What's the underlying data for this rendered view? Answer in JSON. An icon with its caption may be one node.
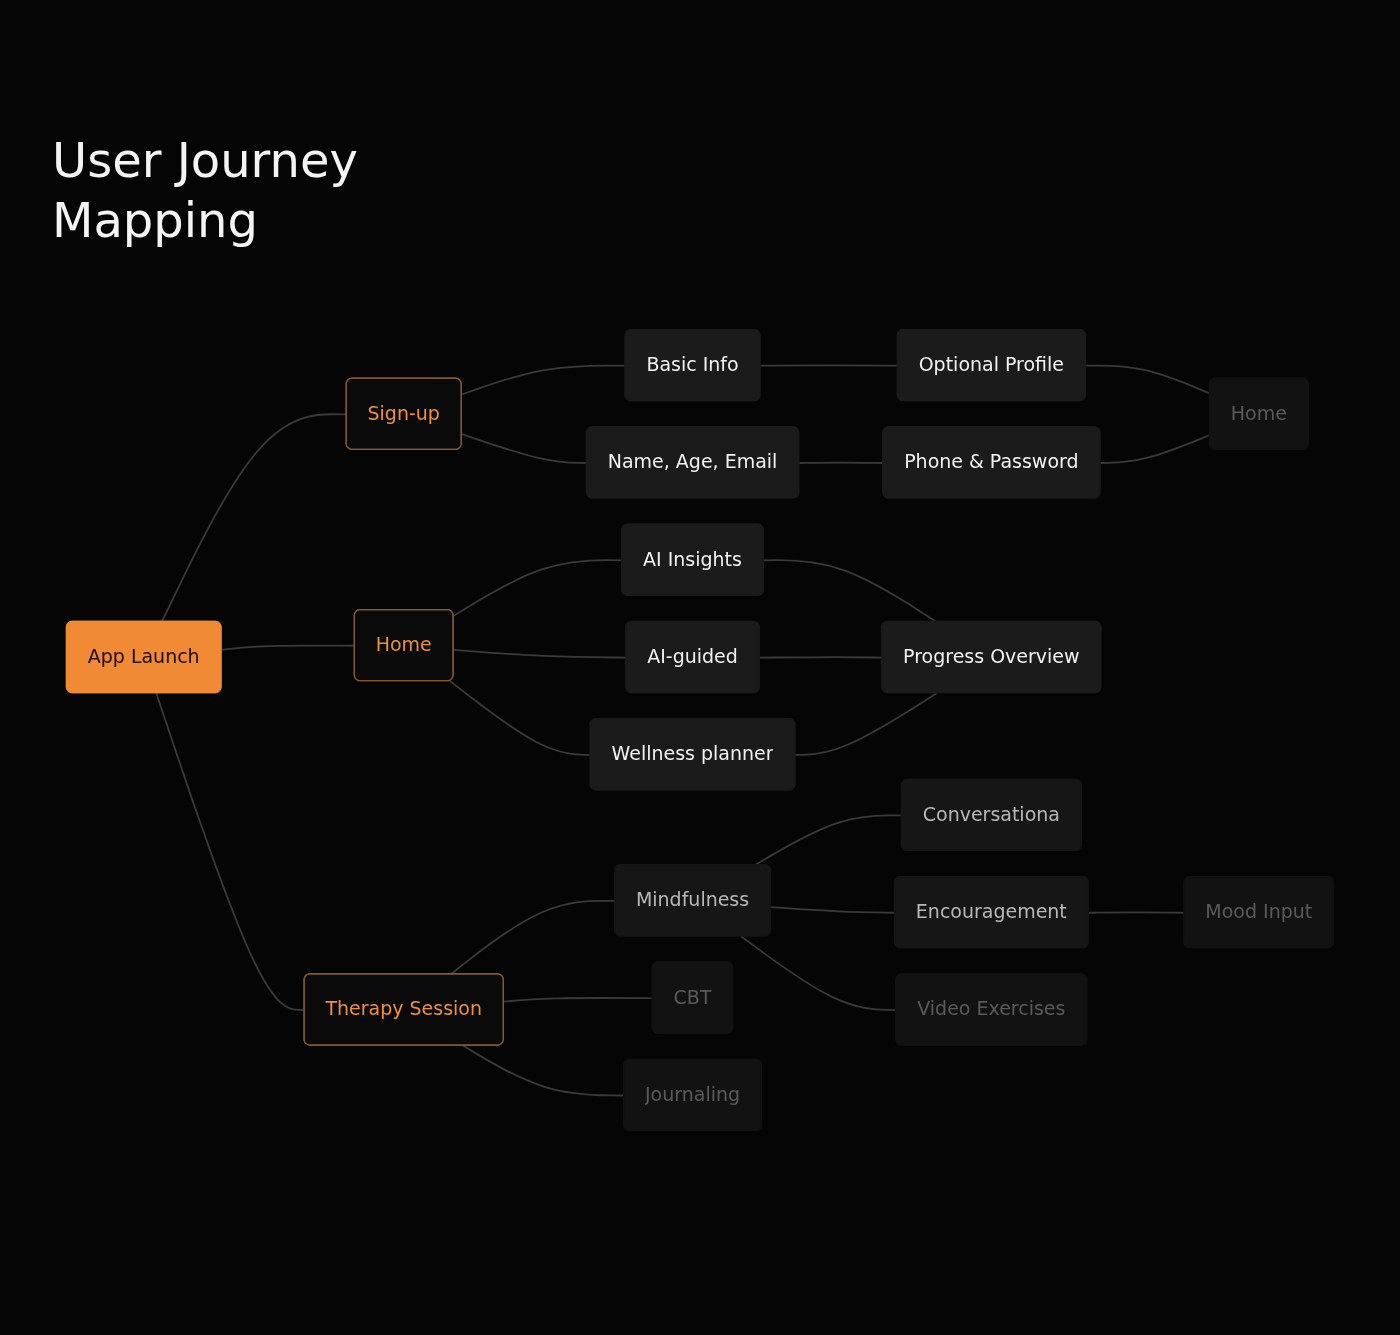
{
  "diagram": {
    "title": "User Journey Mapping",
    "nodes": [
      {
        "text": [
          "App Launch"
        ]
      },
      {
        "text": [
          "Sign-up"
        ]
      },
      {
        "text": [
          "Basic Info"
        ]
      },
      {
        "text": [
          "Name, Age, Email"
        ]
      },
      {
        "text": [
          "Optional Profile"
        ]
      },
      {
        "text": [
          "Phone & Password"
        ]
      },
      {
        "text": [
          "Home"
        ]
      },
      {
        "text": [
          "Home"
        ]
      },
      {
        "text": [
          "AI Insights"
        ]
      },
      {
        "text": [
          "AI-guided"
        ]
      },
      {
        "text": [
          "Wellness planner"
        ]
      },
      {
        "text": [
          "Progress Overview"
        ]
      },
      {
        "text": [
          "Therapy Session"
        ]
      },
      {
        "text": [
          "Mindfulness"
        ]
      },
      {
        "text": [
          "CBT"
        ]
      },
      {
        "text": [
          "Journaling"
        ]
      },
      {
        "text": [
          "Conversationa"
        ]
      },
      {
        "text": [
          "Encouragement"
        ]
      },
      {
        "text": [
          "Video Exercises"
        ]
      },
      {
        "text": [
          "Mood Input"
        ]
      }
    ],
    "edges": [
      {
        "from": 0,
        "to": 1,
        "arrow": "none"
      },
      {
        "from": 0,
        "to": 7,
        "arrow": "none"
      },
      {
        "from": 0,
        "to": 12,
        "arrow": "none"
      },
      {
        "from": 1,
        "to": 2,
        "arrow": "none"
      },
      {
        "from": 1,
        "to": 3,
        "arrow": "none"
      },
      {
        "from": 2,
        "to": 4,
        "arrow": "none"
      },
      {
        "from": 3,
        "to": 5,
        "arrow": "none"
      },
      {
        "from": 4,
        "to": 6,
        "arrow": "none"
      },
      {
        "from": 5,
        "to": 6,
        "arrow": "none"
      },
      {
        "from": 7,
        "to": 8,
        "arrow": "none"
      },
      {
        "from": 7,
        "to": 9,
        "arrow": "none"
      },
      {
        "from": 7,
        "to": 10,
        "arrow": "none"
      },
      {
        "from": 8,
        "to": 11,
        "arrow": "none"
      },
      {
        "from": 9,
        "to": 11,
        "arrow": "none"
      },
      {
        "from": 10,
        "to": 11,
        "arrow": "none"
      },
      {
        "from": 12,
        "to": 13,
        "arrow": "none"
      },
      {
        "from": 12,
        "to": 14,
        "arrow": "none"
      },
      {
        "from": 12,
        "to": 15,
        "arrow": "none"
      },
      {
        "from": 13,
        "to": 16,
        "arrow": "none"
      },
      {
        "from": 13,
        "to": 17,
        "arrow": "none"
      },
      {
        "from": 13,
        "to": 18,
        "arrow": "none"
      },
      {
        "from": 17,
        "to": 19,
        "arrow": "none"
      }
    ]
  }
}
